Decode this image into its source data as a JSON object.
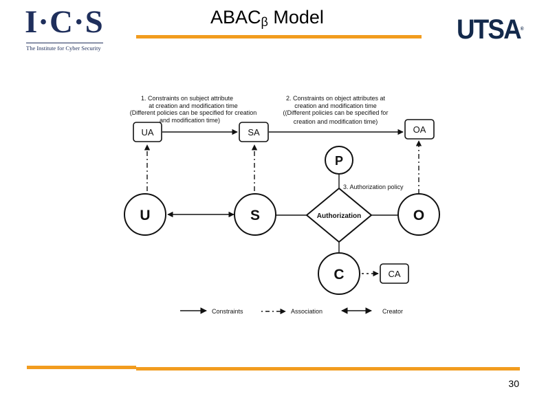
{
  "header": {
    "title_main": "ABAC",
    "title_sub": "β",
    "title_end": " Model",
    "left_logo_text": "I·C·S",
    "left_logo_subtitle": "The Institute for Cyber Security",
    "right_logo_text": "UTSA",
    "right_logo_mark": "®"
  },
  "diagram": {
    "nodes": {
      "ua": "UA",
      "sa": "SA",
      "oa": "OA",
      "p": "P",
      "u": "U",
      "s": "S",
      "authorization": "Authorization",
      "o": "O",
      "c": "C",
      "ca": "CA"
    },
    "annotations": {
      "note1": [
        "1. Constraints on subject attribute",
        "at creation and modification time",
        "(Different policies can be specified for creation",
        "and modification time)"
      ],
      "note2": [
        "2. Constraints on object attributes at",
        "creation and modification time",
        "((Different policies can be specified for",
        "creation and modification time)"
      ],
      "note3": "3. Authorization policy"
    },
    "legend": {
      "constraints": "Constraints",
      "association": "Association",
      "creator": "Creator"
    }
  },
  "footer": {
    "slide_number": "30"
  },
  "colors": {
    "accent_orange": "#f29c1e",
    "ics_navy": "#1f2f5c",
    "utsa_navy": "#13294b"
  }
}
